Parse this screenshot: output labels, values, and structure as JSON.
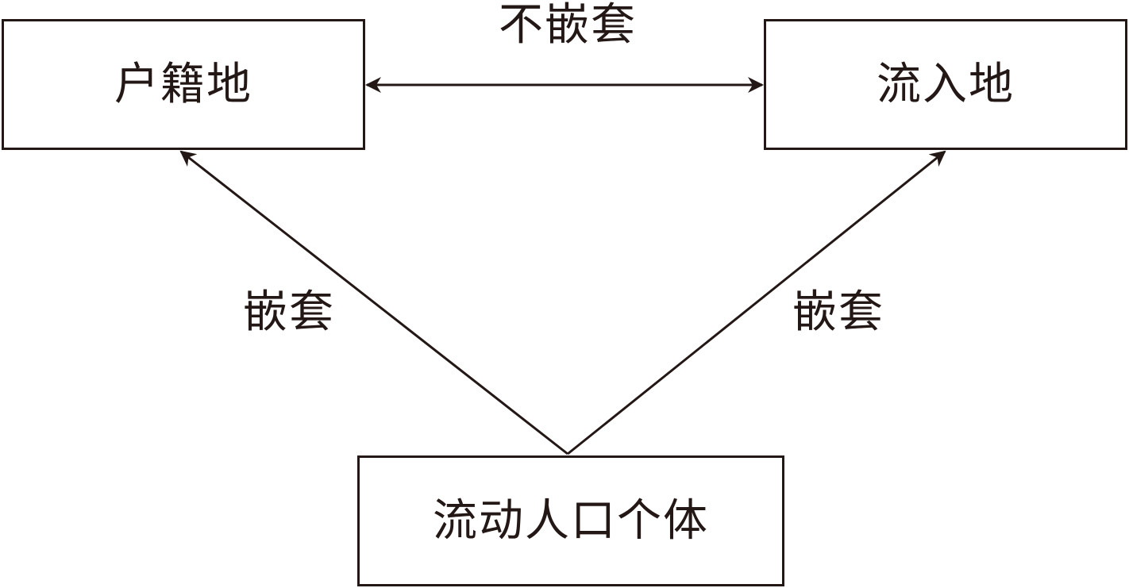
{
  "diagram": {
    "nodes": {
      "hukou": {
        "label": "户籍地"
      },
      "inflow": {
        "label": "流入地"
      },
      "individual": {
        "label": "流动人口个体"
      }
    },
    "edges": {
      "hukou_inflow": {
        "label": "不嵌套",
        "direction": "both"
      },
      "individual_hukou": {
        "label": "嵌套",
        "direction": "to-hukou"
      },
      "individual_inflow": {
        "label": "嵌套",
        "direction": "to-inflow"
      }
    },
    "colors": {
      "stroke": "#231815",
      "background": "#ffffff"
    }
  }
}
